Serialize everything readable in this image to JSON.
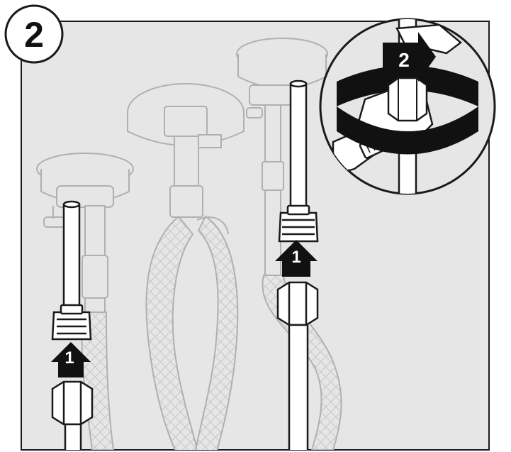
{
  "step": {
    "number": "2"
  },
  "callouts": {
    "left_arrow_label": "1",
    "right_arrow_label": "1",
    "detail_arrow_label": "2"
  },
  "colors": {
    "panel_bg": "#e6e6e6",
    "outline": "#1a1a1a",
    "part_fill": "#ffffff",
    "arrow_fill": "#111111",
    "arrow_text": "#ffffff",
    "hose_mesh": "#c8c8c8",
    "ghost_outline": "#b0b0b0"
  }
}
